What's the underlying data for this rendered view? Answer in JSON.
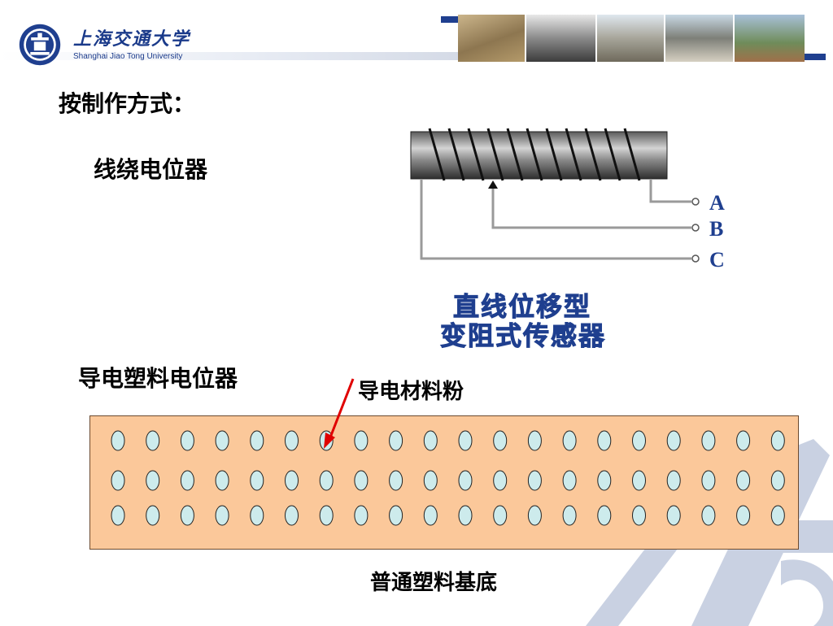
{
  "header": {
    "university_cn": "上海交通大学",
    "university_en": "Shanghai Jiao Tong University",
    "brand_color": "#1f3f8f"
  },
  "slide": {
    "title": "按制作方式：",
    "wire_potentiometer": "线绕电位器",
    "wire_diagram": {
      "terminals": [
        "A",
        "B",
        "C"
      ],
      "caption_line1": "直线位移型",
      "caption_line2": "变阻式传感器"
    },
    "plastic_potentiometer": "导电塑料电位器",
    "conductive_powder": "导电材料粉",
    "substrate": "普通塑料基底",
    "powder_rows": 3,
    "powder_cols": 20
  }
}
